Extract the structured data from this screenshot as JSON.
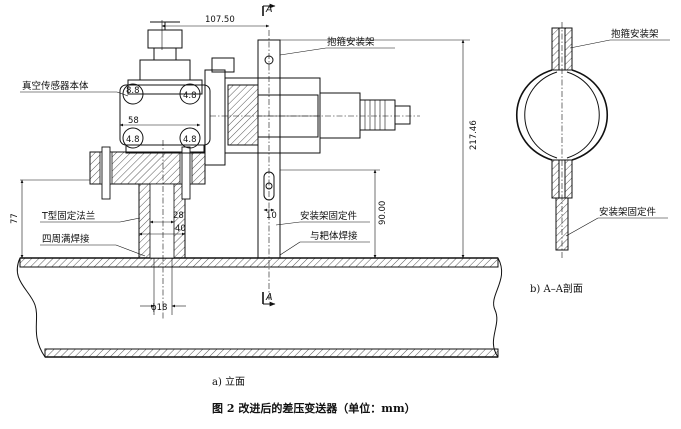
{
  "labels": {
    "clamp_bracket": "抱箍安装架",
    "sensor_body": "真空传感器本体",
    "t_flange": "T型固定法兰",
    "weld_around": "四周满焊接",
    "bracket_fixing": "安装架固定件",
    "weld_target": "与耙体焊接",
    "clamp_bracket_b": "抱箍安装架",
    "bracket_fixing_b": "安装架固定件",
    "section_mark_top": "A",
    "section_mark_bottom": "A"
  },
  "dimensions": {
    "d_107_50": "107.50",
    "d_217_46": "217.46",
    "d_77": "77",
    "d_58": "58",
    "d_28": "28",
    "d_40": "40",
    "d_10": "10",
    "d_90_00": "90.00",
    "d_phi18": "ϕ18"
  },
  "bolt_marks": [
    "8.8",
    "4.8",
    "4.8",
    "4.8"
  ],
  "captions": {
    "sub_a": "a) 立面",
    "sub_b": "b) A–A剖面",
    "figure": "图 2    改进后的差压变送器（单位：mm）"
  }
}
